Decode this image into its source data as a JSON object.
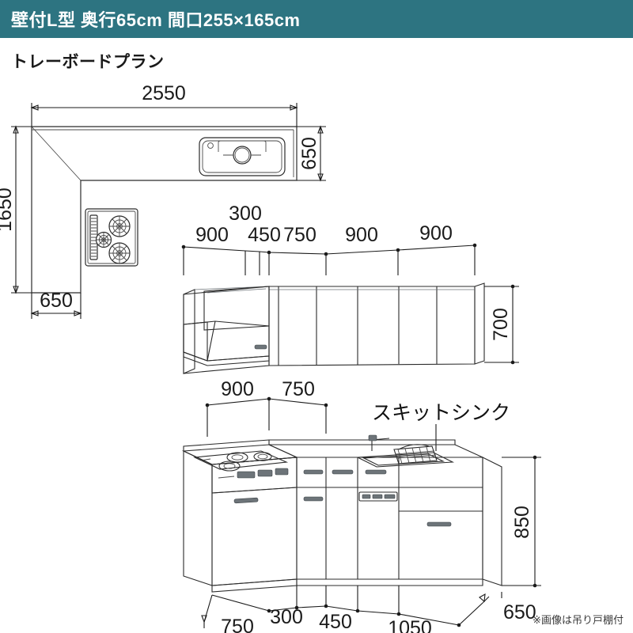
{
  "header": {
    "title": "壁付L型 奥行65cm 間口255×165cm",
    "bg_color": "#2d7481",
    "text_color": "#ffffff"
  },
  "subtitle": "トレーボードプラン",
  "footnote": "※画像は吊り戸棚付",
  "colors": {
    "cabinet_blue": "#b3dff5",
    "cabinet_blue_shade": "#a2d4ee",
    "counter_gray": "#e9ecef",
    "line": "#2b2b2b"
  },
  "plan_view": {
    "name": "top-down floor plan",
    "dimensions": {
      "top_width": "2550",
      "right_depth": "650",
      "left_height": "1650",
      "bottom_width": "650"
    },
    "features": {
      "sink": "sink",
      "cooktop": "3-burner gas cooktop with grill"
    }
  },
  "wall_cabinet_view": {
    "name": "wall cabinet elevation",
    "height_label": "700",
    "top_dimensions": [
      "900",
      "300",
      "450",
      "750",
      "900",
      "900"
    ],
    "top_dimension_order": [
      "900",
      "450",
      "750",
      "900",
      "900"
    ],
    "offset_label": "300",
    "features": {
      "range_hood": "range hood",
      "cabinet_doors": 5
    }
  },
  "base_cabinet_view": {
    "name": "base cabinet isometric view",
    "height_label": "850",
    "top_dimensions": [
      "900",
      "750"
    ],
    "bottom_dimensions": [
      "750",
      "300",
      "450",
      "1050",
      "650"
    ],
    "callout": "スキットシンク",
    "features": {
      "cooktop": "3-burner gas cooktop",
      "oven_controls": "oven control panel",
      "sink": "skit sink with basket",
      "faucet": "faucet"
    }
  },
  "chart_data": {
    "type": "table",
    "title": "壁付L型 奥行65cm 間口255×165cm",
    "categories": [
      "plan-top-width",
      "plan-right-depth",
      "plan-left-height",
      "plan-bottom-width",
      "wall-cabinet-height",
      "base-cabinet-height"
    ],
    "values": [
      2550,
      650,
      1650,
      650,
      700,
      850
    ],
    "units": "mm",
    "wall_cabinet_segments": {
      "labels": [
        "900",
        "450",
        "750",
        "900",
        "900"
      ],
      "values": [
        900,
        450,
        750,
        900,
        900
      ],
      "offset": 300
    },
    "base_cabinet_segments_top": {
      "labels": [
        "900",
        "750"
      ],
      "values": [
        900,
        750
      ]
    },
    "base_cabinet_segments_bottom": {
      "labels": [
        "750",
        "300",
        "450",
        "1050",
        "650"
      ],
      "values": [
        750,
        300,
        450,
        1050,
        650
      ]
    },
    "xlabel": "",
    "ylabel": "",
    "grid": false,
    "legend": "none"
  }
}
